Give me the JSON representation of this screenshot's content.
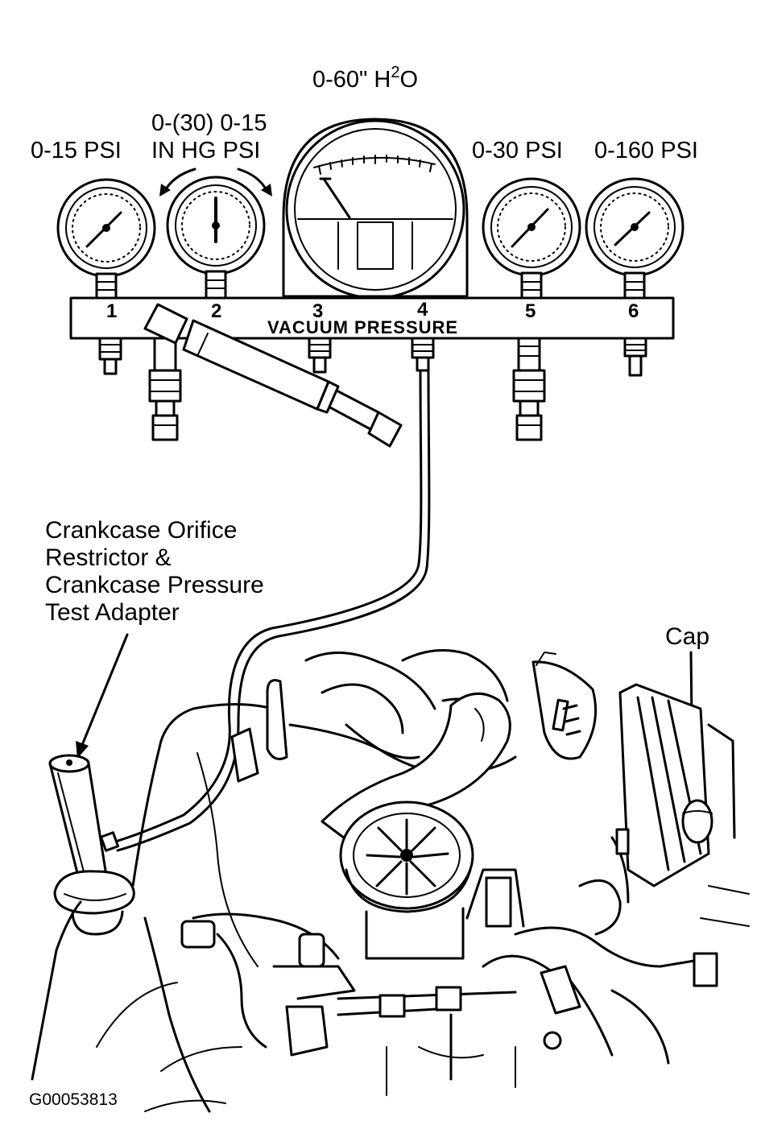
{
  "gauge_labels": {
    "g1": "0-15 PSI",
    "g2_line1": "0-(30) 0-15",
    "g2_line2": "IN HG PSI",
    "g3_main": "0-60\" H",
    "g3_sup": "2",
    "g3_tail": "O",
    "g5": "0-30 PSI",
    "g6": "0-160 PSI"
  },
  "port_numbers": [
    "1",
    "2",
    "3",
    "4",
    "5",
    "6"
  ],
  "manifold_label": "VACUUM  PRESSURE",
  "callouts": {
    "adapter": [
      "Crankcase Orifice",
      "Restrictor &",
      "Crankcase Pressure",
      "Test Adapter"
    ],
    "cap": "Cap"
  },
  "figure_id": "G00053813"
}
